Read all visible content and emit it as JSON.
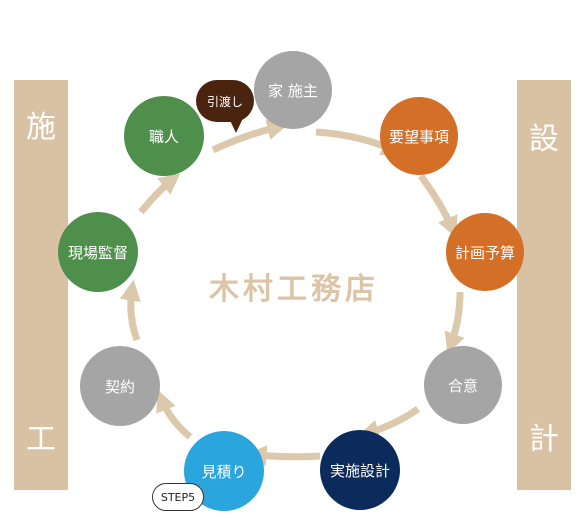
{
  "side_bars": {
    "left": {
      "top": "施",
      "bottom": "工"
    },
    "right": {
      "top": "設",
      "bottom": "計"
    }
  },
  "center_title": "木村工務店",
  "nodes": {
    "client": "家 施主",
    "requirements": "要望事項",
    "budget": "計画予算",
    "agreement": "合意",
    "detailed_design": "実施設計",
    "estimate": "見積り",
    "contract": "契約",
    "site_supervision": "現場監督",
    "craftsman": "職人"
  },
  "callouts": {
    "handover": "引渡し",
    "step": "STEP5"
  },
  "colors": {
    "gray": "#a5a5a5",
    "orange": "#d46f28",
    "green": "#4e8f4c",
    "navy": "#0b2b5c",
    "blue": "#2aa5de",
    "brown": "#4b2410",
    "beige": "#d9c2a3"
  }
}
